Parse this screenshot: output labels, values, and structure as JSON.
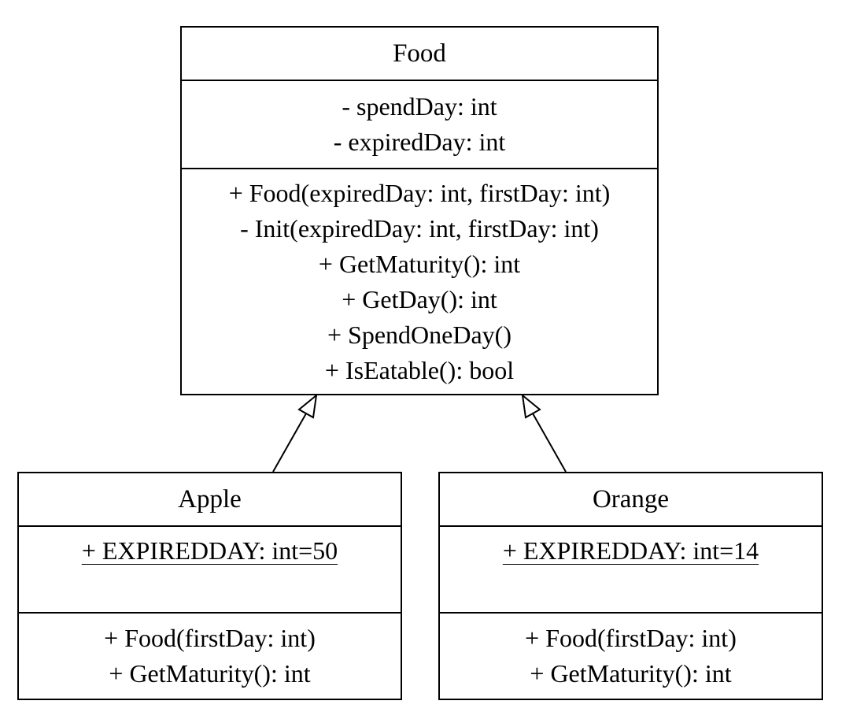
{
  "classes": {
    "food": {
      "name": "Food",
      "attributes": [
        "- spendDay: int",
        "- expiredDay: int"
      ],
      "methods": [
        "+ Food(expiredDay: int, firstDay: int)",
        "- Init(expiredDay: int, firstDay: int)",
        "+ GetMaturity(): int",
        "+ GetDay(): int",
        "+ SpendOneDay()",
        "+ IsEatable(): bool"
      ]
    },
    "apple": {
      "name": "Apple",
      "attributes": [
        "+ EXPIREDDAY: int=50"
      ],
      "methods": [
        "+ Food(firstDay: int)",
        "+ GetMaturity(): int"
      ]
    },
    "orange": {
      "name": "Orange",
      "attributes": [
        "+ EXPIREDDAY: int=14"
      ],
      "methods": [
        "+ Food(firstDay: int)",
        "+ GetMaturity(): int"
      ]
    }
  },
  "relations": [
    {
      "type": "generalization",
      "from": "Apple",
      "to": "Food"
    },
    {
      "type": "generalization",
      "from": "Orange",
      "to": "Food"
    }
  ]
}
